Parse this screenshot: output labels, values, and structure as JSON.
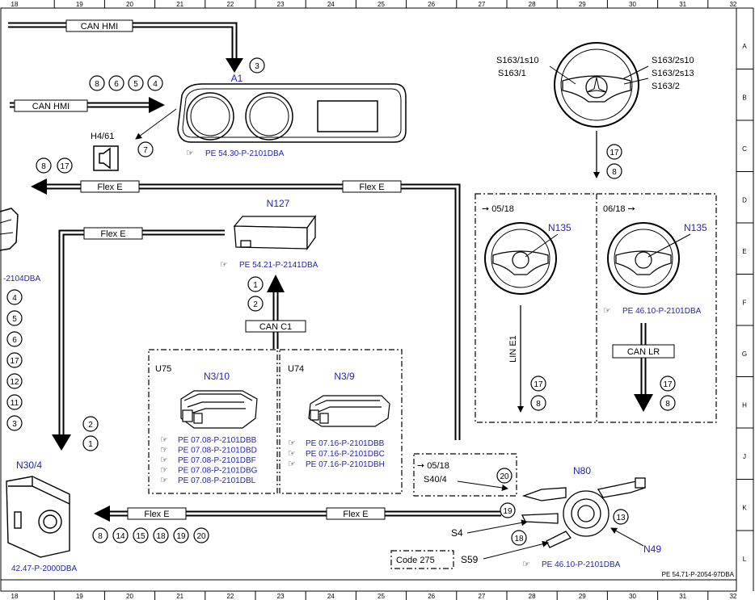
{
  "grid": {
    "columns": [
      "18",
      "19",
      "20",
      "21",
      "22",
      "23",
      "24",
      "25",
      "26",
      "27",
      "28",
      "29",
      "30",
      "31",
      "32"
    ],
    "rows": [
      "A",
      "B",
      "C",
      "D",
      "E",
      "F",
      "G",
      "H",
      "J",
      "K",
      "L"
    ]
  },
  "footer_code": "PE 54.71-P-2054-97DBA",
  "colors": {
    "line": "#000000",
    "link": "#1f1fb4",
    "box_fill": "#ffffff"
  },
  "buses": {
    "can_hmi": "CAN HMI",
    "flex_e": "Flex E",
    "can_c1": "CAN C1",
    "lin_e1": "LIN E1",
    "can_lr": "CAN LR"
  },
  "components": {
    "a1": {
      "label": "A1",
      "ref": "PE 54.30-P-2101DBA"
    },
    "h4_61": {
      "label": "H4/61"
    },
    "n127": {
      "label": "N127",
      "ref": "PE 54.21-P-2141DBA"
    },
    "n30_4": {
      "label": "N30/4",
      "ref": "42.47-P-2000DBA"
    },
    "left_cut_ref": "-2104DBA",
    "n3_10": {
      "group": "U75",
      "label": "N3/10",
      "refs": [
        "PE 07.08-P-2101DBB",
        "PE 07.08-P-2101DBD",
        "PE 07.08-P-2101DBF",
        "PE 07.08-P-2101DBG",
        "PE 07.08-P-2101DBL"
      ]
    },
    "n3_9": {
      "group": "U74",
      "label": "N3/9",
      "refs": [
        "PE 07.16-P-2101DBB",
        "PE 07.16-P-2101DBC",
        "PE 07.16-P-2101DBH"
      ]
    },
    "steering_top": {
      "labels_left": [
        "S163/1s10",
        "S163/1"
      ],
      "labels_right": [
        "S163/2s10",
        "S163/2s13",
        "S163/2"
      ]
    },
    "n135_a": {
      "period": "05/18",
      "label": "N135"
    },
    "n135_b": {
      "period": "06/18",
      "label": "N135",
      "ref": "PE 46.10-P-2101DBA"
    },
    "s40_4": {
      "period": "05/18",
      "label": "S40/4"
    },
    "n80": {
      "label": "N80",
      "ref": "PE 46.10-P-2101DBA",
      "s4": "S4",
      "s59": "S59",
      "n49": "N49",
      "code": "Code 275"
    }
  },
  "badges": {
    "can_hmi_top": [
      "3"
    ],
    "can_hmi_mid": [
      "8",
      "6",
      "5",
      "4"
    ],
    "h4_61": [
      "7"
    ],
    "flex_top": [
      "8",
      "17"
    ],
    "left_column": [
      "4",
      "5",
      "6",
      "17",
      "12",
      "11",
      "3"
    ],
    "n30_4_entry": [
      "2",
      "1"
    ],
    "n127_entry": [
      "1",
      "2"
    ],
    "steering_down": [
      "17",
      "8"
    ],
    "lin_e1": [
      "17",
      "8"
    ],
    "can_lr": [
      "17",
      "8"
    ],
    "s40_4": [
      "20"
    ],
    "s4": [
      "19"
    ],
    "s59": [
      "18"
    ],
    "n49": [
      "13"
    ],
    "flex_bottom": [
      "8",
      "14",
      "15",
      "18",
      "19",
      "20"
    ]
  }
}
